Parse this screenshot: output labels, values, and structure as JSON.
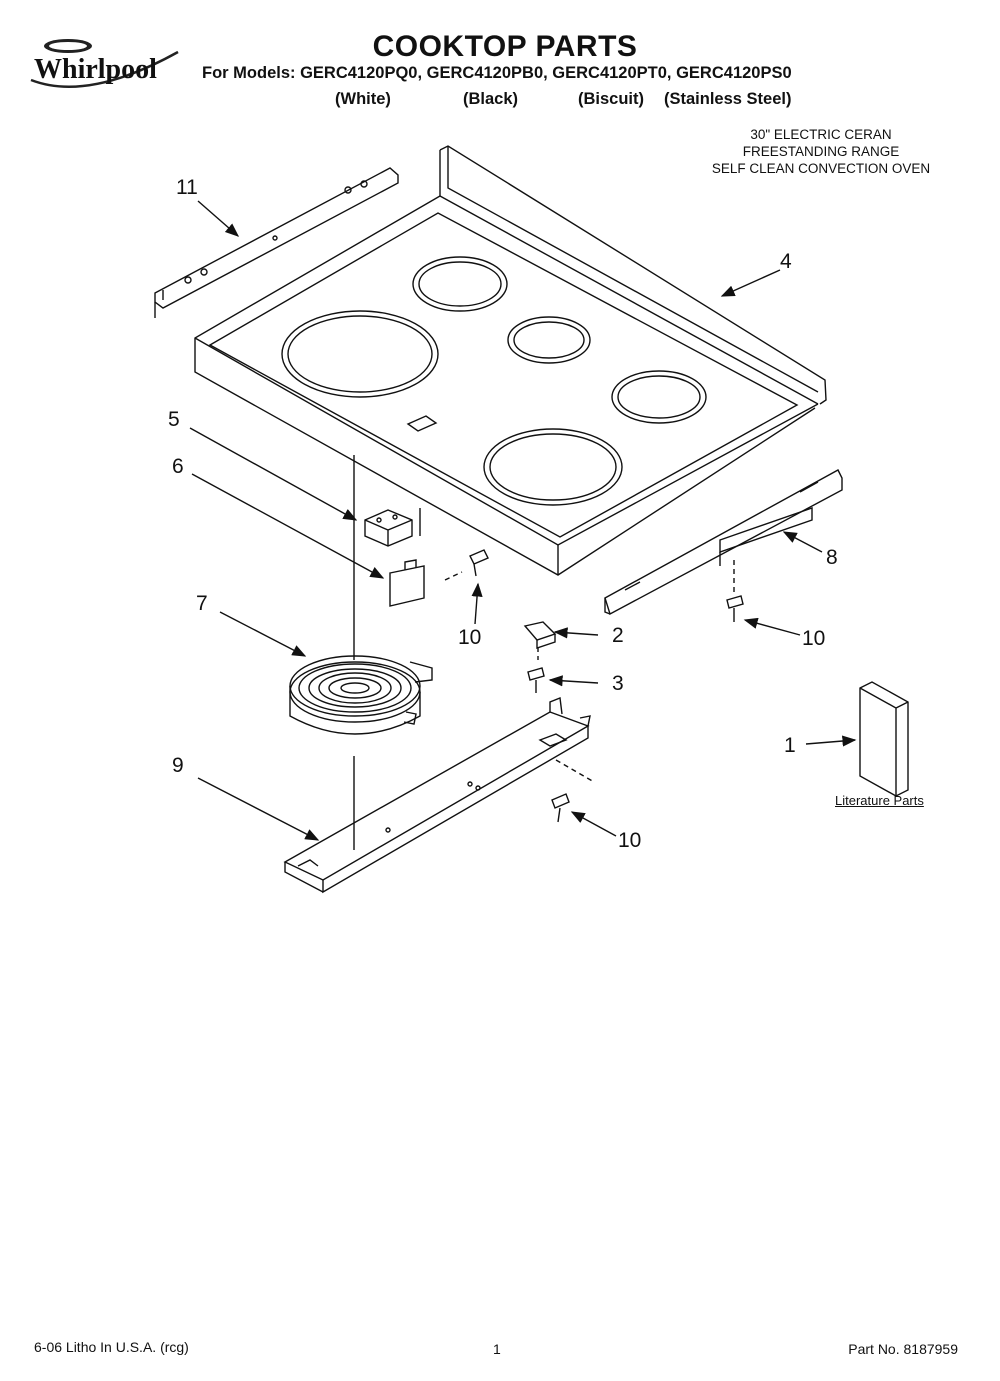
{
  "header": {
    "brand": "Whirlpool",
    "title": "COOKTOP PARTS",
    "models_line": "For Models: GERC4120PQ0, GERC4120PB0, GERC4120PT0, GERC4120PS0",
    "colors": [
      "(White)",
      "(Black)",
      "(Biscuit)",
      "(Stainless Steel)"
    ],
    "description": [
      "30\" ELECTRIC CERAN",
      "FREESTANDING RANGE",
      "SELF CLEAN CONVECTION OVEN"
    ]
  },
  "callouts": [
    "11",
    "4",
    "5",
    "6",
    "7",
    "10",
    "2",
    "3",
    "8",
    "10",
    "1",
    "9",
    "10"
  ],
  "literature_label": "Literature Parts",
  "footer": {
    "left": "6-06 Litho In U.S.A. (rcg)",
    "page": "1",
    "part_no": "Part No. 8187959"
  }
}
